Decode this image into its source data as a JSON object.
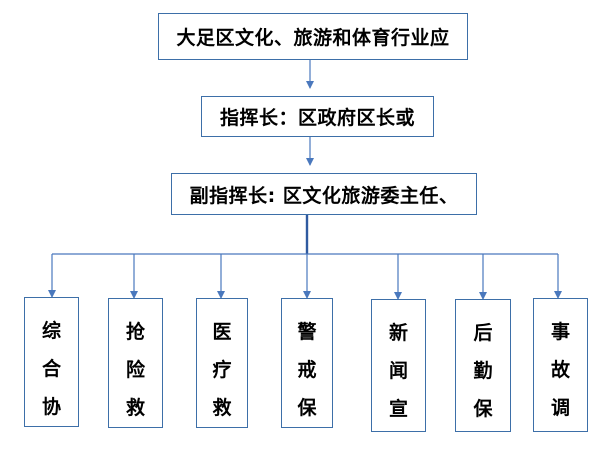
{
  "top_boxes": [
    {
      "name": "box-committee",
      "label": "大足区文化、旅游和体育行业应"
    },
    {
      "name": "box-commander",
      "label": "指挥长：区政府区长或"
    },
    {
      "name": "box-deputy-commander",
      "label": "副指挥长: 区文化旅游委主任、"
    }
  ],
  "groups": [
    {
      "name": "group-coordination",
      "chars": [
        "综",
        "合",
        "协"
      ]
    },
    {
      "name": "group-rescue",
      "chars": [
        "抢",
        "险",
        "救"
      ]
    },
    {
      "name": "group-medical",
      "chars": [
        "医",
        "疗",
        "救"
      ]
    },
    {
      "name": "group-security",
      "chars": [
        "警",
        "戒",
        "保"
      ]
    },
    {
      "name": "group-publicity",
      "chars": [
        "新",
        "闻",
        "宣"
      ]
    },
    {
      "name": "group-logistics",
      "chars": [
        "后",
        "勤",
        "保"
      ]
    },
    {
      "name": "group-investigation",
      "chars": [
        "事",
        "故",
        "调"
      ]
    }
  ],
  "colors": {
    "line": "#4a78bd",
    "border": "#3d6fa8"
  }
}
